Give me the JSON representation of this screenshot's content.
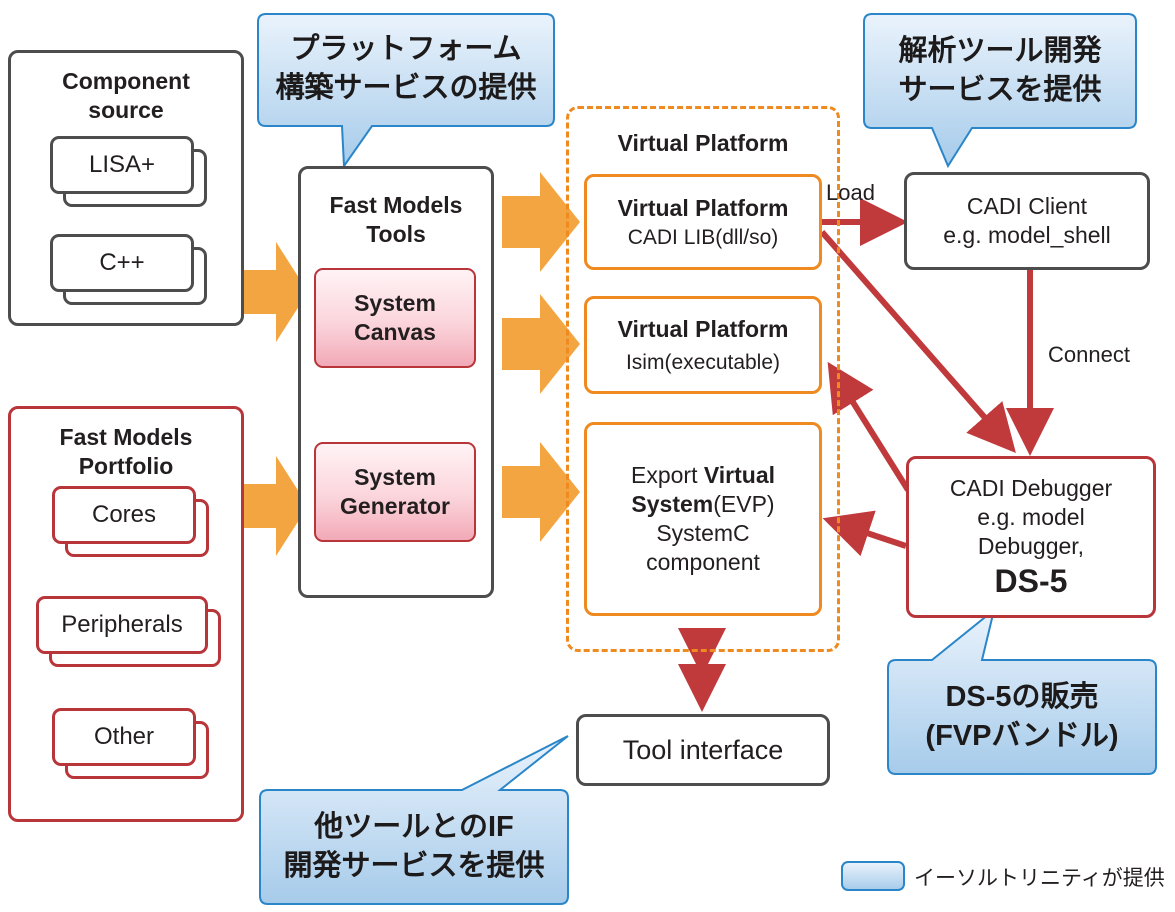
{
  "component_source": {
    "title": "Component source",
    "items": [
      "LISA+",
      "C++"
    ]
  },
  "fast_models_portfolio": {
    "title": "Fast Models Portfolio",
    "items": [
      "Cores",
      "Peripherals",
      "Other"
    ]
  },
  "fast_models_tools": {
    "title": "Fast Models Tools",
    "system_canvas": "System Canvas",
    "system_generator": "System Generator"
  },
  "virtual_platform_group": {
    "title": "Virtual Platform",
    "lib_box": {
      "title": "Virtual Platform",
      "sub": "CADI LIB(dll/so)"
    },
    "isim_box": {
      "title": "Virtual Platform",
      "sub": "Isim(executable)"
    },
    "evp_box": {
      "line1_plain": "Export ",
      "line1_bold": "Virtual",
      "line2_bold": "System",
      "line2_plain": "(EVP)",
      "line3": "SystemC",
      "line4": "component"
    }
  },
  "cadi_client": {
    "line1": "CADI Client",
    "line2": "e.g. model_shell"
  },
  "cadi_debugger": {
    "line1": "CADI Debugger",
    "line2": "e.g. model",
    "line3": "Debugger,",
    "line4": "DS-5"
  },
  "tool_interface": "Tool interface",
  "arrow_labels": {
    "load": "Load",
    "connect": "Connect"
  },
  "callouts": {
    "platform_service": [
      "プラットフォーム",
      "構築サービスの提供"
    ],
    "analysis_service": [
      "解析ツール開発",
      "サービスを提供"
    ],
    "ds5_sales": [
      "DS-5の販売",
      "(FVPバンドル)"
    ],
    "tool_if_service": [
      "他ツールとのIF",
      "開発サービスを提供"
    ]
  },
  "legend": {
    "label": "イーソルトリニティが提供"
  },
  "colors": {
    "orange_arrow": "#f2a540",
    "red_arrow": "#c0393b",
    "callout_fill_top": "#e6f1fb",
    "callout_fill_bottom": "#a9cdea",
    "callout_border": "#2a86c8",
    "orange_border": "#ee8a1f",
    "red_border": "#b8353a"
  }
}
